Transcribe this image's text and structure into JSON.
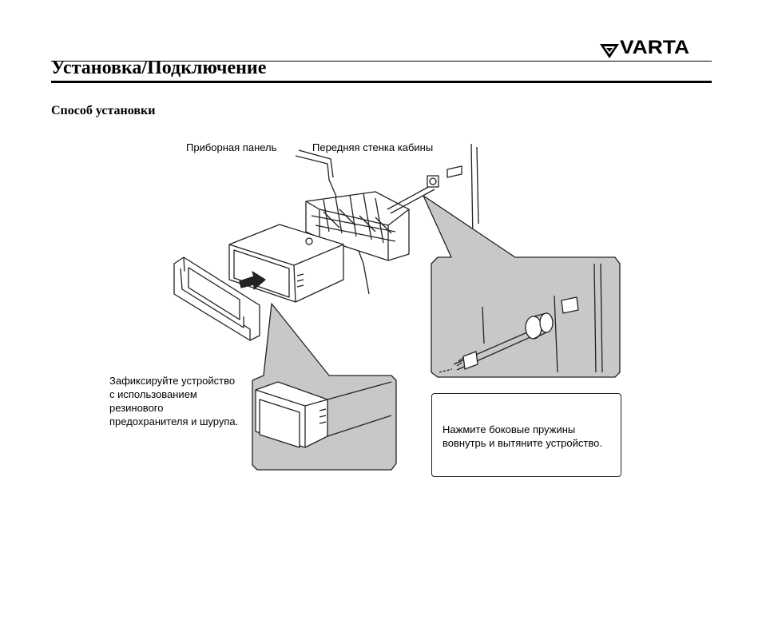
{
  "brand": {
    "logo_text": "VARTA",
    "logo_icon": "varta-v-emblem-icon"
  },
  "header": {
    "title": "Установка/Подключение",
    "subtitle": "Способ установки"
  },
  "figure": {
    "label_dashboard": "Приборная панель",
    "label_front_wall": "Передняя стенка кабины",
    "label_fix_lines": [
      "Зафиксируйте устройство",
      "с использованием",
      "резинового",
      "предохранителя и шурупа."
    ],
    "label_press_lines": [
      "Нажмите боковые пружины",
      "вовнутрь и вытяните устройство."
    ]
  },
  "colors": {
    "callout_fill": "#c8c8c8",
    "line": "#222222"
  }
}
